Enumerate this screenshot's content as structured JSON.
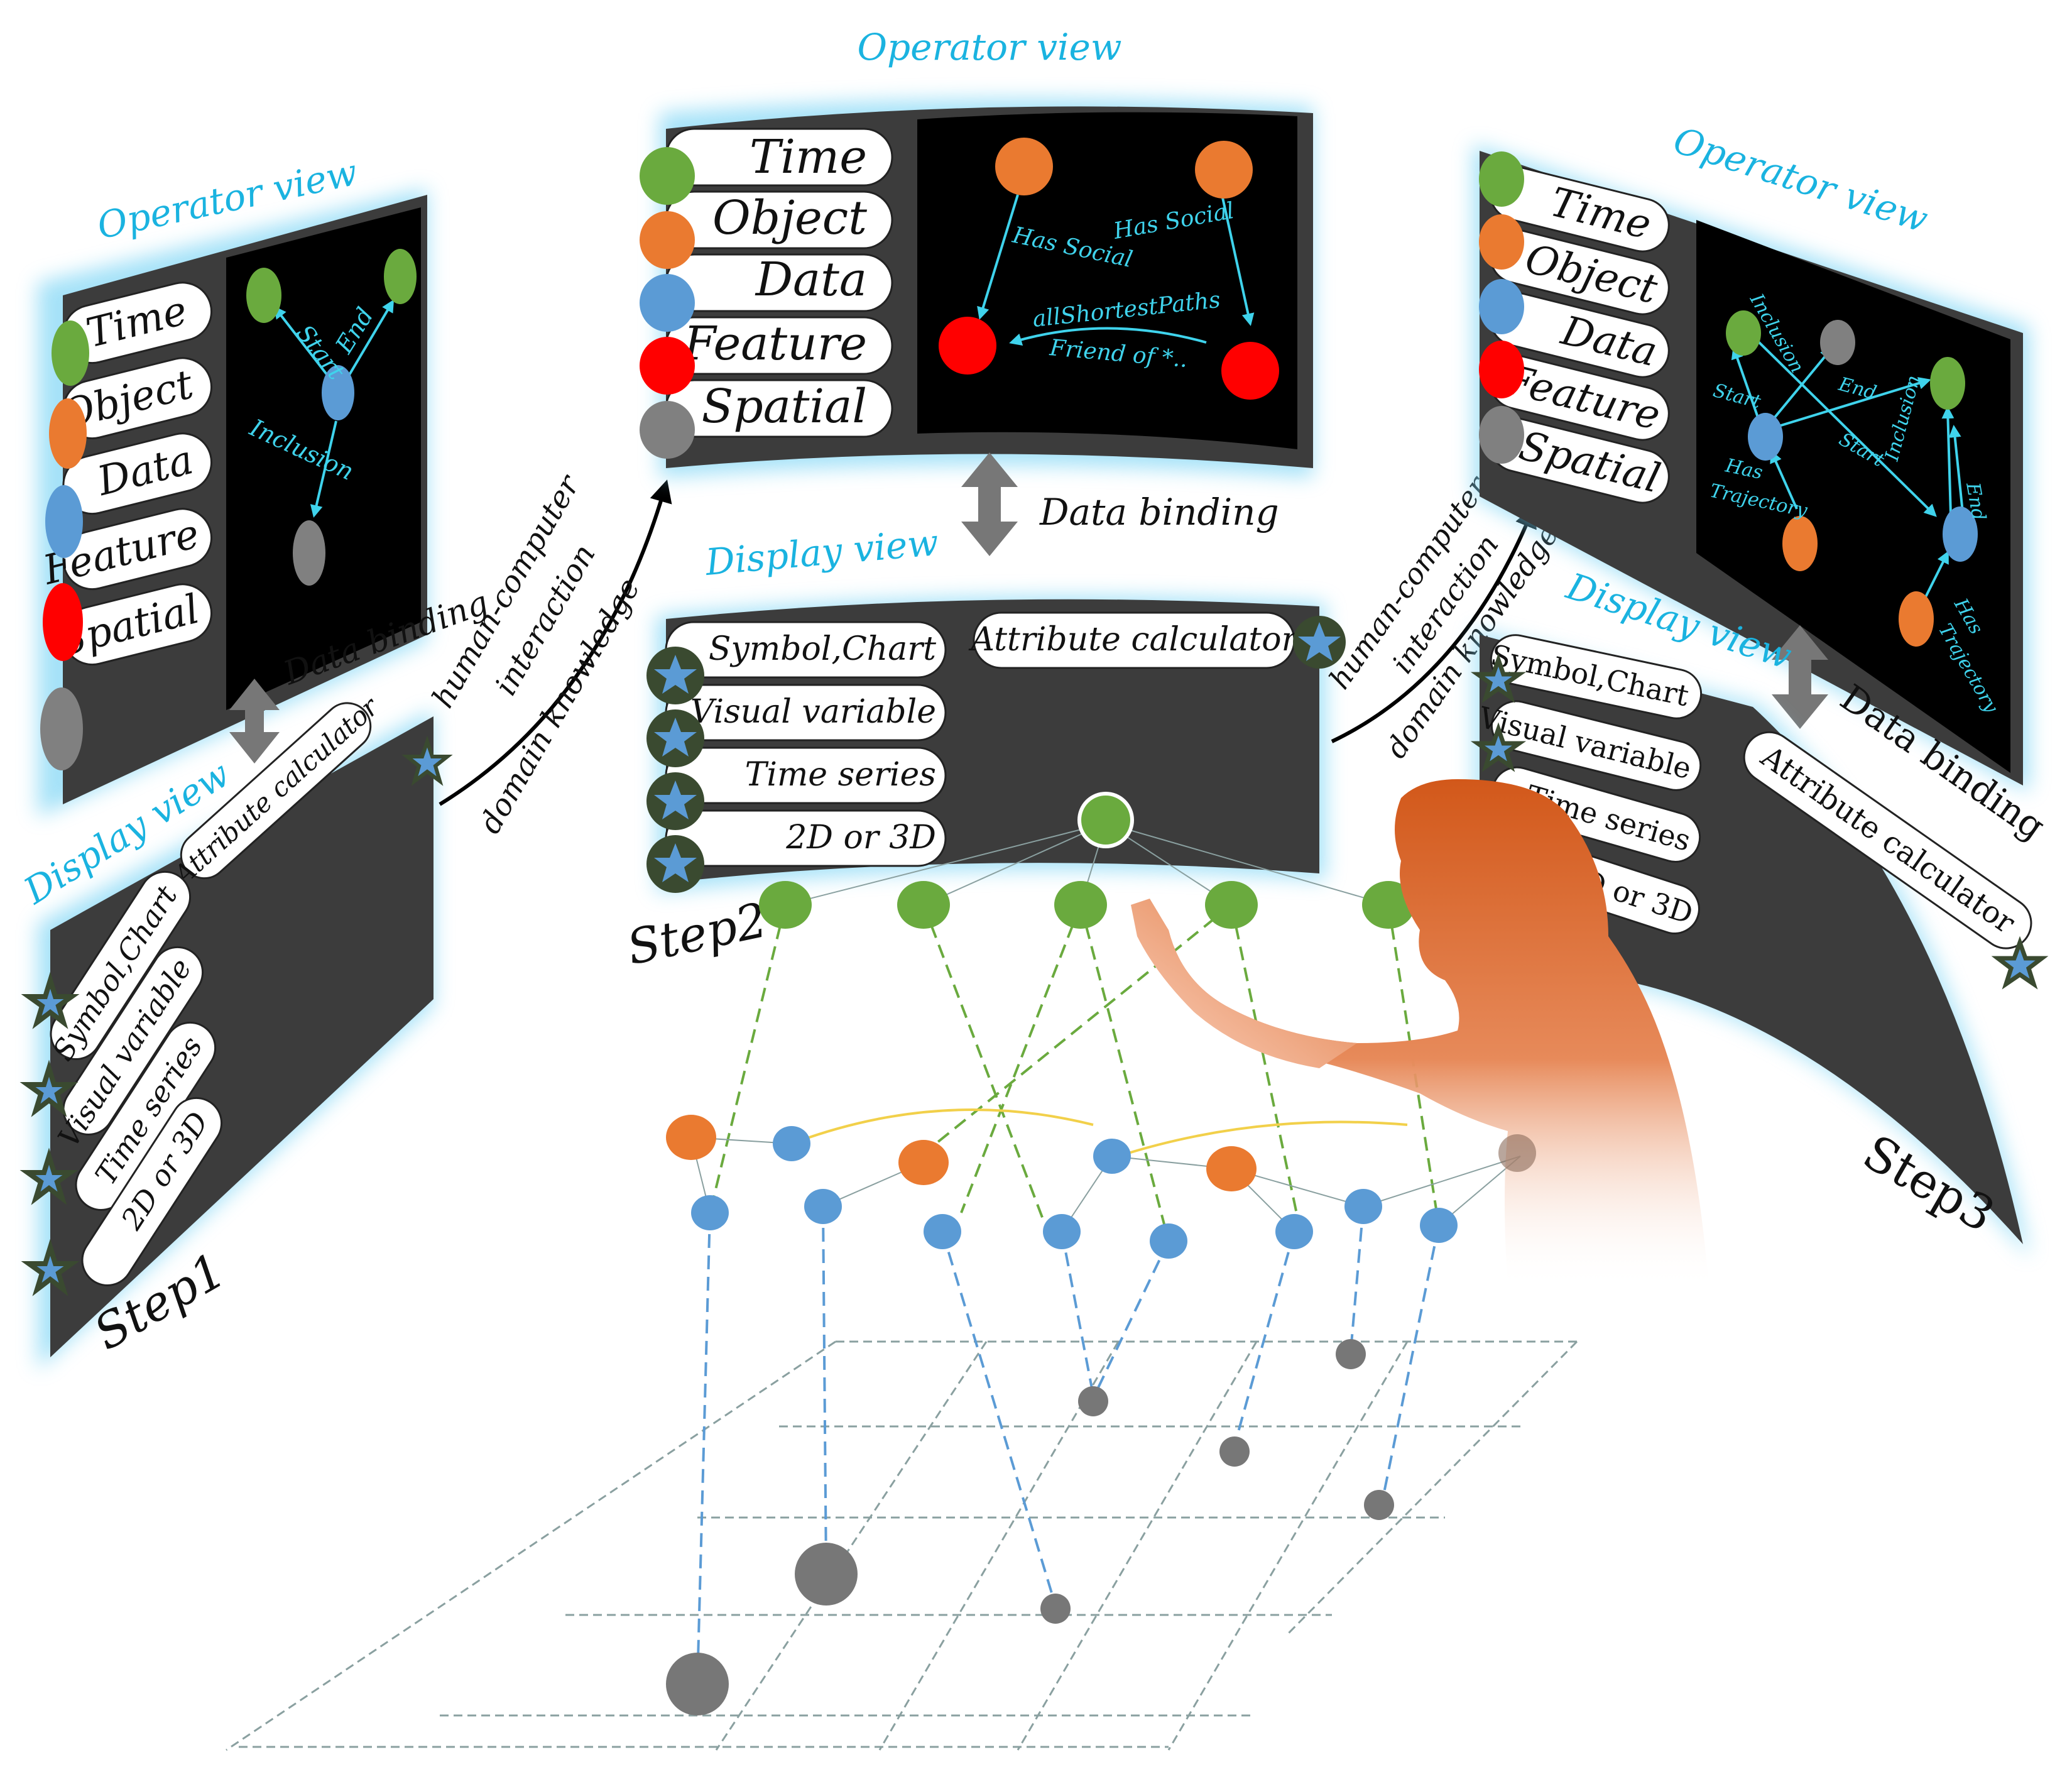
{
  "labels": {
    "operator_view": "Operator view",
    "display_view": "Display view",
    "data_binding": "Data binding",
    "human_computer": "human-computer",
    "interaction": "interaction",
    "domain_knowledge": "domain knowledge",
    "attribute_calculator": "Attribute calculator",
    "step1": "Step1",
    "step2": "Step2",
    "step3": "Step3"
  },
  "operator_items": [
    {
      "label": "Time",
      "color": "#6aaa3e"
    },
    {
      "label": "Object",
      "color": "#ea7a30"
    },
    {
      "label": "Data",
      "color": "#5b9bd5"
    },
    {
      "label": "Feature",
      "color": "#ff0000"
    },
    {
      "label": "Spatial",
      "color": "#808080"
    }
  ],
  "display_items": [
    "Symbol,Chart",
    "Visual variable",
    "Time series",
    "2D or 3D"
  ],
  "step1_edges": [
    "Start",
    "End",
    "Inclusion"
  ],
  "step2_edges": [
    "Has Social",
    "Has Social",
    "allShortestPaths",
    "Friend of *.."
  ],
  "step3_edges": [
    "Inclusion",
    "End",
    "Start",
    "Start",
    "Inclusion",
    "End",
    "Has",
    "Trajectory",
    "Has",
    "Trajectory"
  ],
  "colors": {
    "time": "#6aaa3e",
    "object": "#ea7a30",
    "data": "#5b9bd5",
    "feature": "#ff0000",
    "spatial": "#808080",
    "panel": "#3c3c3c",
    "screen": "#000000",
    "glow": "#7fd6f5",
    "accent_text": "#1ab3e0",
    "person": "#d2581a"
  }
}
